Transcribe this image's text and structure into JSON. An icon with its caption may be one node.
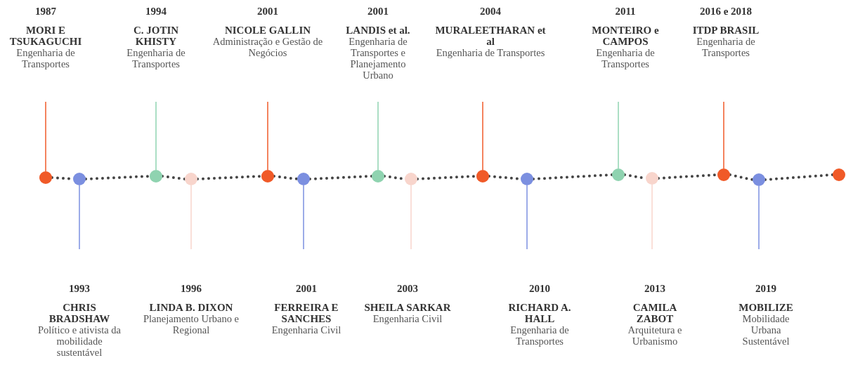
{
  "diagram": {
    "nodes": [
      {
        "text": [
          "1987",
          "MORI E TSUKAGUCHI",
          "Engenharia de Transportes"
        ]
      },
      {
        "text": [
          "1993",
          "CHRIS BRADSHAW",
          "Político e ativista da mobilidade sustentável"
        ]
      },
      {
        "text": [
          "1994",
          "C. JOTIN KHISTY",
          "Engenharia de Transportes"
        ]
      },
      {
        "text": [
          "1996",
          "LINDA B. DIXON",
          "Planejamento Urbano e Regional"
        ]
      },
      {
        "text": [
          "2001",
          "NICOLE GALLIN",
          "Administração e Gestão de Negócios"
        ]
      },
      {
        "text": [
          "2001",
          "FERREIRA E SANCHES",
          "Engenharia Civil"
        ]
      },
      {
        "text": [
          "2001",
          "LANDIS et al.",
          "Engenharia de Transportes e Planejamento Urbano"
        ]
      },
      {
        "text": [
          "2003",
          "SHEILA SARKAR",
          "Engenharia Civil"
        ]
      },
      {
        "text": [
          "2004",
          "MURALEETHARAN et al",
          "Engenharia de Transportes"
        ]
      },
      {
        "text": [
          "2010",
          "RICHARD A. HALL",
          "Engenharia de Transportes"
        ]
      },
      {
        "text": [
          "2011",
          "MONTEIRO e CAMPOS",
          "Engenharia de Transportes"
        ]
      },
      {
        "text": [
          "2013",
          "CAMILA ZABOT",
          "Arquitetura e Urbanismo"
        ]
      },
      {
        "text": [
          "2016 e 2018",
          "ITDP BRASIL",
          "Engenharia de Transportes"
        ]
      },
      {
        "text": [
          "2019",
          "MOBILIZE",
          "Mobilidade Urbana Sustentável"
        ]
      },
      {
        "text": [],
        "shape": "circle"
      },
      {
        "text": [],
        "shape": "circle"
      },
      {
        "text": [],
        "shape": "circle"
      },
      {
        "text": [],
        "shape": "circle"
      },
      {
        "text": [],
        "shape": "circle"
      },
      {
        "text": [],
        "shape": "circle"
      },
      {
        "text": [],
        "shape": "circle"
      },
      {
        "text": [],
        "shape": "circle"
      },
      {
        "text": [],
        "shape": "circle"
      },
      {
        "text": [],
        "shape": "circle"
      },
      {
        "text": [],
        "shape": "circle"
      },
      {
        "text": [],
        "shape": "circle"
      },
      {
        "text": [],
        "shape": "circle"
      },
      {
        "text": [],
        "shape": "circle"
      },
      {
        "text": [],
        "shape": "circle"
      }
    ],
    "edges": [
      {
        "from": 14,
        "to": 0,
        "arrow": "none",
        "color": "#f05a28"
      },
      {
        "from": 15,
        "to": 1,
        "arrow": "none",
        "color": "#7b8fe0"
      },
      {
        "from": 16,
        "to": 2,
        "arrow": "none",
        "color": "#8fd3b0"
      },
      {
        "from": 17,
        "to": 3,
        "arrow": "none",
        "color": "#f8d5cc"
      },
      {
        "from": 18,
        "to": 4,
        "arrow": "none",
        "color": "#f05a28"
      },
      {
        "from": 19,
        "to": 5,
        "arrow": "none",
        "color": "#7b8fe0"
      },
      {
        "from": 20,
        "to": 6,
        "arrow": "none",
        "color": "#8fd3b0"
      },
      {
        "from": 21,
        "to": 7,
        "arrow": "none",
        "color": "#f8d5cc"
      },
      {
        "from": 22,
        "to": 8,
        "arrow": "none",
        "color": "#f05a28"
      },
      {
        "from": 23,
        "to": 9,
        "arrow": "none",
        "color": "#7b8fe0"
      },
      {
        "from": 24,
        "to": 10,
        "arrow": "none",
        "color": "#8fd3b0"
      },
      {
        "from": 25,
        "to": 11,
        "arrow": "none",
        "color": "#f8d5cc"
      },
      {
        "from": 26,
        "to": 12,
        "arrow": "none",
        "color": "#f05a28"
      },
      {
        "from": 27,
        "to": 13,
        "arrow": "none",
        "color": "#7b8fe0"
      },
      {
        "from": 14,
        "to": 15,
        "arrow": "none",
        "style": "dashed"
      },
      {
        "from": 15,
        "to": 16,
        "arrow": "none",
        "style": "dashed"
      },
      {
        "from": 16,
        "to": 17,
        "arrow": "none",
        "style": "dashed"
      },
      {
        "from": 17,
        "to": 18,
        "arrow": "none",
        "style": "dashed"
      },
      {
        "from": 18,
        "to": 19,
        "arrow": "none",
        "style": "dashed"
      },
      {
        "from": 19,
        "to": 20,
        "arrow": "none",
        "style": "dashed"
      },
      {
        "from": 20,
        "to": 21,
        "arrow": "none",
        "style": "dashed"
      },
      {
        "from": 21,
        "to": 22,
        "arrow": "none",
        "style": "dashed"
      },
      {
        "from": 22,
        "to": 23,
        "arrow": "none",
        "style": "dashed"
      },
      {
        "from": 23,
        "to": 24,
        "arrow": "none",
        "style": "dashed"
      },
      {
        "from": 24,
        "to": 25,
        "arrow": "none",
        "style": "dashed"
      },
      {
        "from": 25,
        "to": 26,
        "arrow": "none",
        "style": "dashed"
      },
      {
        "from": 26,
        "to": 27,
        "arrow": "none",
        "style": "dashed"
      },
      {
        "from": 27,
        "to": 28,
        "arrow": "none",
        "style": "dashed"
      }
    ]
  }
}
